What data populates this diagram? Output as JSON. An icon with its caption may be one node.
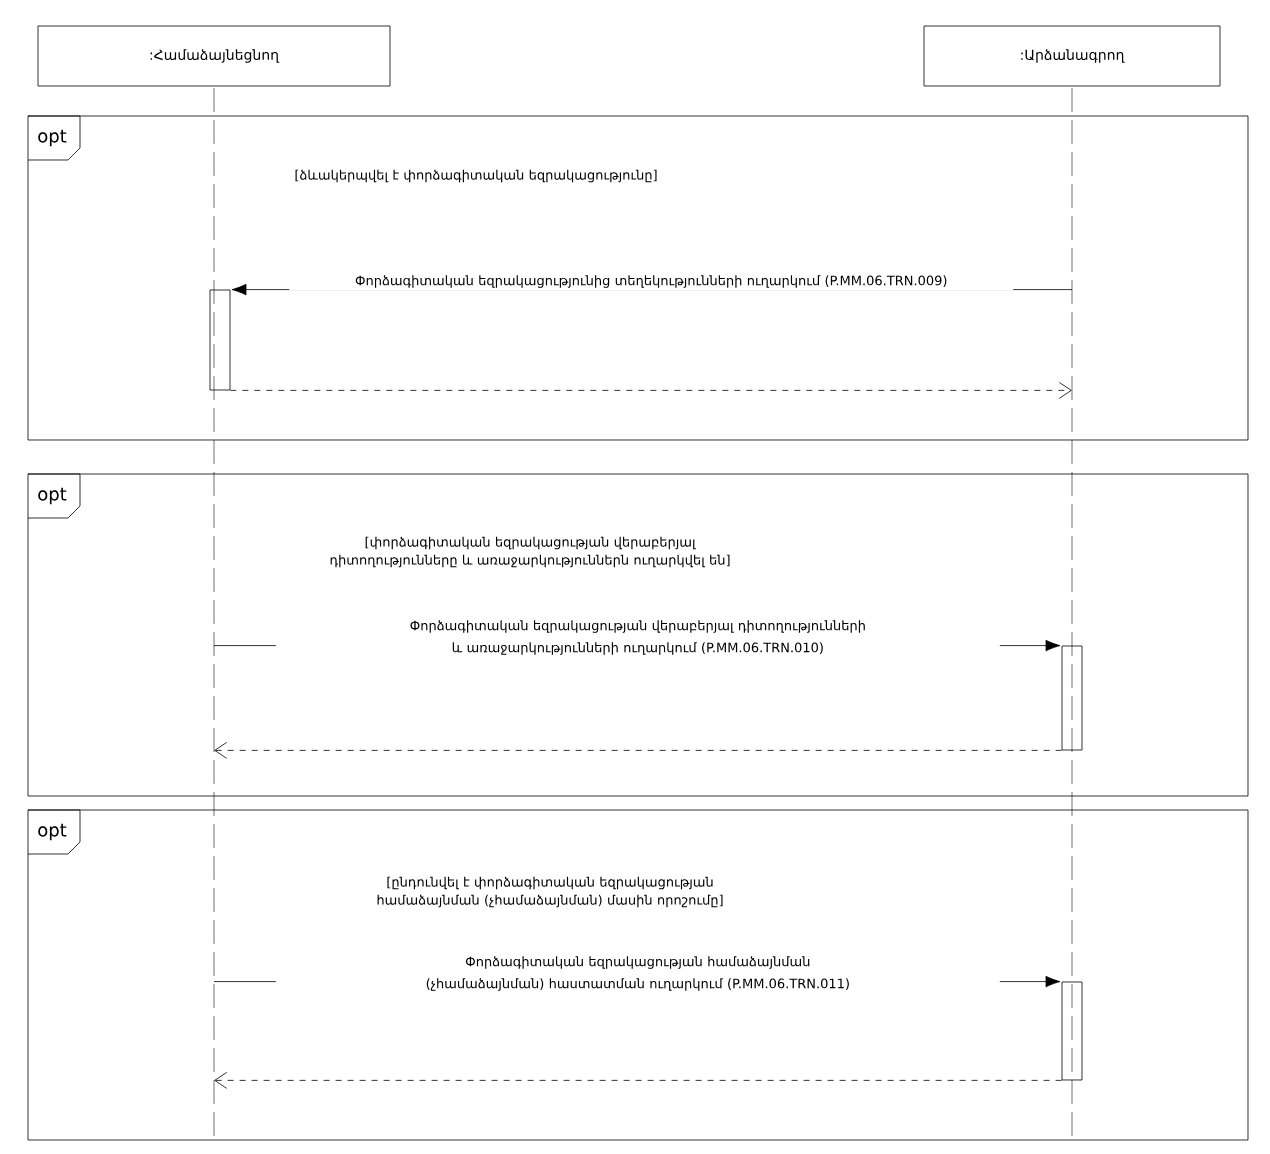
{
  "diagram": {
    "nodes": [
      {
        "text": [
          ":Համաձայնեցնող"
        ]
      },
      {
        "text": [
          ":Արձանագրող"
        ]
      },
      {
        "text": [],
        "shape": "line"
      },
      {
        "text": [],
        "shape": "line"
      },
      {
        "text": [
          "opt",
          "[ձևակերպվել է փորձագիտական եզրակացությունը]"
        ]
      },
      {
        "text": [],
        "shape": "bar",
        "in": 4
      },
      {
        "text": [
          "opt",
          "[փորձագիտական եզրակացության վերաբերյալ դիտողությունները և առաջարկություններն ուղարկվել են]"
        ]
      },
      {
        "text": [],
        "shape": "bar",
        "in": 6
      },
      {
        "text": [
          "opt",
          "[ընդունվել է փորձագիտական եզրակացության համաձայնման (չհամաձայնման) մասին որոշումը]"
        ]
      },
      {
        "text": [],
        "shape": "bar",
        "in": 8
      }
    ],
    "edges": [
      {
        "from": 3,
        "to": 5,
        "arrow": "to",
        "label": "Փորձագիտական եզրակացությունից տեղեկությունների ուղարկում (P.MM.06.TRN.009)"
      },
      {
        "from": 5,
        "to": 3,
        "arrow": "to",
        "style": "dashed"
      },
      {
        "from": 2,
        "to": 7,
        "arrow": "to",
        "label": "Փորձագիտական եզրակացության վերաբերյալ դիտողությունների և առաջարկությունների ուղարկում (P.MM.06.TRN.010)"
      },
      {
        "from": 7,
        "to": 2,
        "arrow": "to",
        "style": "dashed"
      },
      {
        "from": 2,
        "to": 9,
        "arrow": "to",
        "label": "Փորձագիտական եզրակացության համաձայնման (չհամաձայնման) հաստատման ուղարկում (P.MM.06.TRN.011)"
      },
      {
        "from": 9,
        "to": 2,
        "arrow": "to",
        "style": "dashed"
      }
    ]
  }
}
